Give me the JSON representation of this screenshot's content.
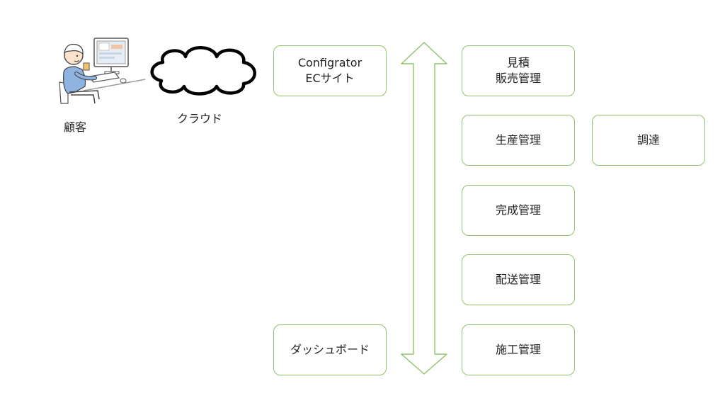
{
  "customer": {
    "label": "顧客",
    "icon": "customer-at-computer-icon"
  },
  "cloud": {
    "label": "クラウド",
    "icon": "cloud-icon"
  },
  "frontend": {
    "configurator_ec": "Configrator\nECサイト",
    "dashboard": "ダッシュボード"
  },
  "connector": {
    "type": "double-headed-vertical-arrow",
    "color": "#8fc46a"
  },
  "modules": {
    "estimate_sales": "見積\n販売管理",
    "production": "生産管理",
    "procurement": "調達",
    "completion": "完成管理",
    "delivery": "配送管理",
    "construction": "施工管理"
  },
  "colors": {
    "box_border": "#8fc46a",
    "person_shirt": "#8fb3e0"
  }
}
